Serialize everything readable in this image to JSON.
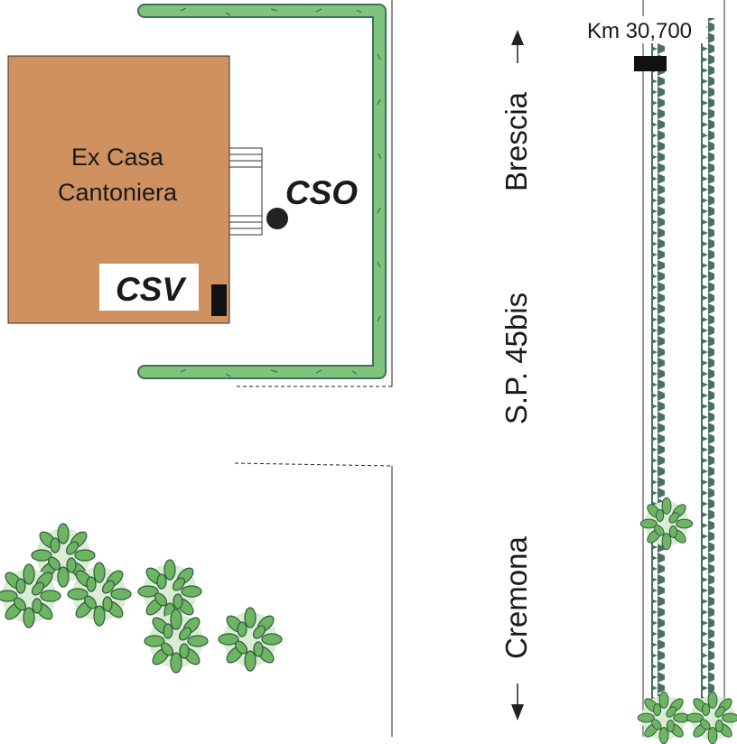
{
  "building": {
    "name_line1": "Ex Casa",
    "name_line2": "Cantoniera",
    "fill": "#cf915f"
  },
  "markers": {
    "cso_label": "CSO",
    "csv_label": "CSV"
  },
  "road": {
    "name": "S.P. 45bis",
    "north_direction": "Brescia",
    "south_direction": "Cremona",
    "km_marker": "Km 30,700"
  },
  "colors": {
    "hedge": "#7fc47a",
    "hedge_edge": "#3f6e5f",
    "tree": "#6db563",
    "tree_edge": "#2f5a3b",
    "rail": "#4a6f64"
  },
  "icons": [
    "arrow-up-icon",
    "arrow-down-icon",
    "tree-icon",
    "hedge-icon"
  ]
}
